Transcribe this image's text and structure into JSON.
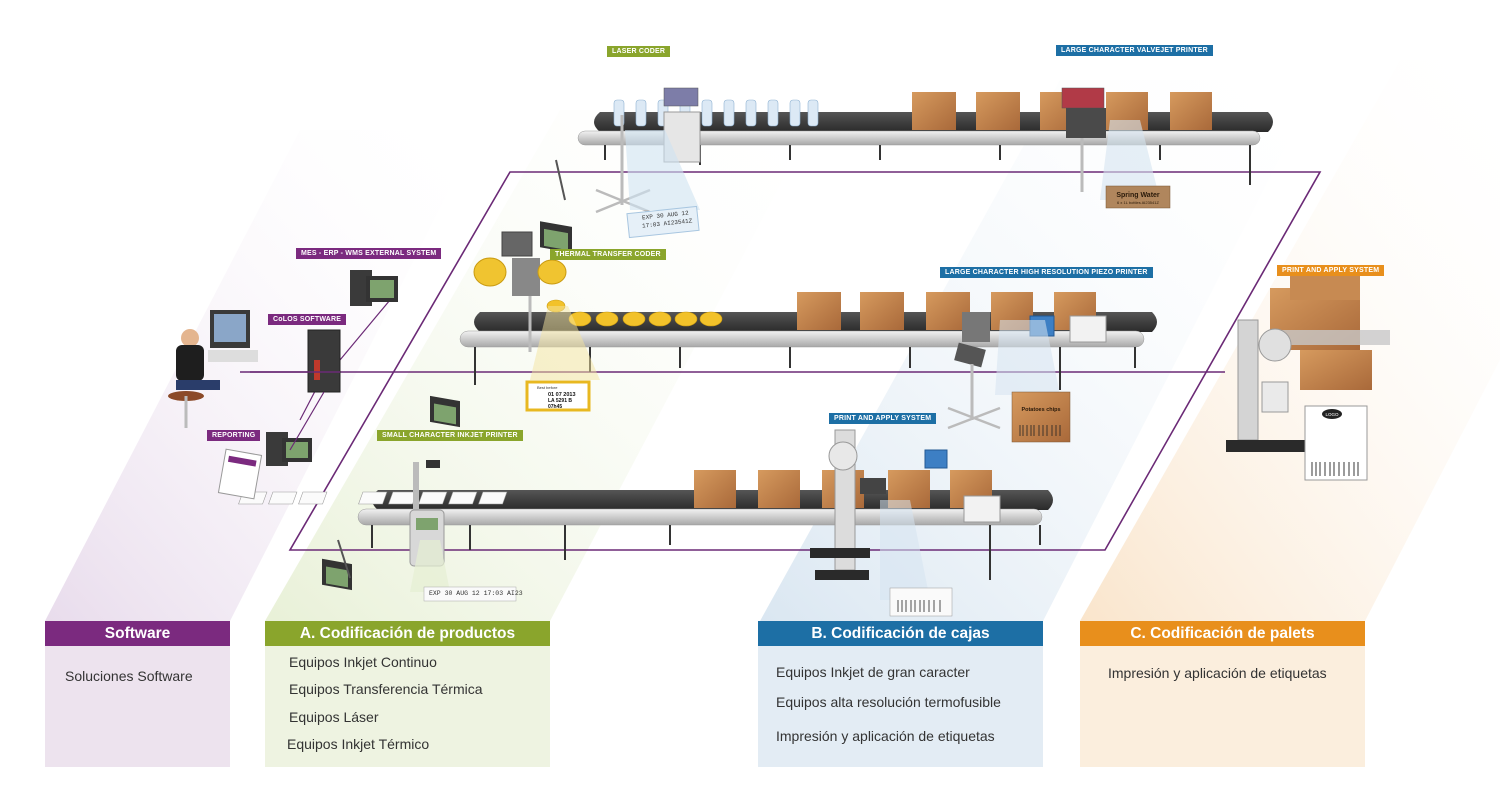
{
  "tags": {
    "laser_coder": "LASER CODER",
    "valvejet": "LARGE CHARACTER VALVEJET PRINTER",
    "mes_erp": "MES - ERP - WMS EXTERNAL SYSTEM",
    "thermal": "THERMAL TRANSFER CODER",
    "piezo": "LARGE CHARACTER HIGH RESOLUTION PIEZO PRINTER",
    "print_apply_right": "PRINT AND APPLY SYSTEM",
    "colos": "CoLOS SOFTWARE",
    "reporting": "REPORTING",
    "small_inkjet": "SMALL CHARACTER INKJET PRINTER",
    "print_apply_mid": "PRINT AND APPLY SYSTEM"
  },
  "codes": {
    "laser_line1": "EXP 30 AUG 12",
    "laser_line2": "17:03 AI23541Z",
    "inkjet": "EXP 30 AUG 12 17:03 AI23",
    "thermal_l1": "Best before",
    "thermal_l2": "01 07 2013",
    "thermal_l3": "LA 5291 B",
    "thermal_l4": "07h45",
    "spring_water": "Spring Water",
    "spring_water_sub": "6 x 1L bottles AI23541Z",
    "box_label": "Potatoes chips",
    "logo": "LOGO"
  },
  "panels": {
    "software": {
      "title": "Software",
      "items": [
        "Soluciones Software"
      ],
      "color": "#7b2a7f",
      "bg": "#ede3ee"
    },
    "productos": {
      "title": "A. Codificación de productos",
      "items": [
        "Equipos Inkjet Continuo",
        "Equipos Transferencia Térmica",
        "Equipos Láser",
        "Equipos Inkjet Térmico"
      ],
      "color": "#8aa52c",
      "bg": "#eef3e1"
    },
    "cajas": {
      "title": "B. Codificación de cajas",
      "items": [
        "Equipos Inkjet de gran caracter",
        "Equipos alta resolución termofusible",
        "Impresión y aplicación de etiquetas"
      ],
      "color": "#1d6fa5",
      "bg": "#e3ecf4"
    },
    "palets": {
      "title": "C. Codificación de palets",
      "items": [
        "Impresión y aplicación de etiquetas"
      ],
      "color": "#e88f1c",
      "bg": "#fbeedd"
    }
  }
}
